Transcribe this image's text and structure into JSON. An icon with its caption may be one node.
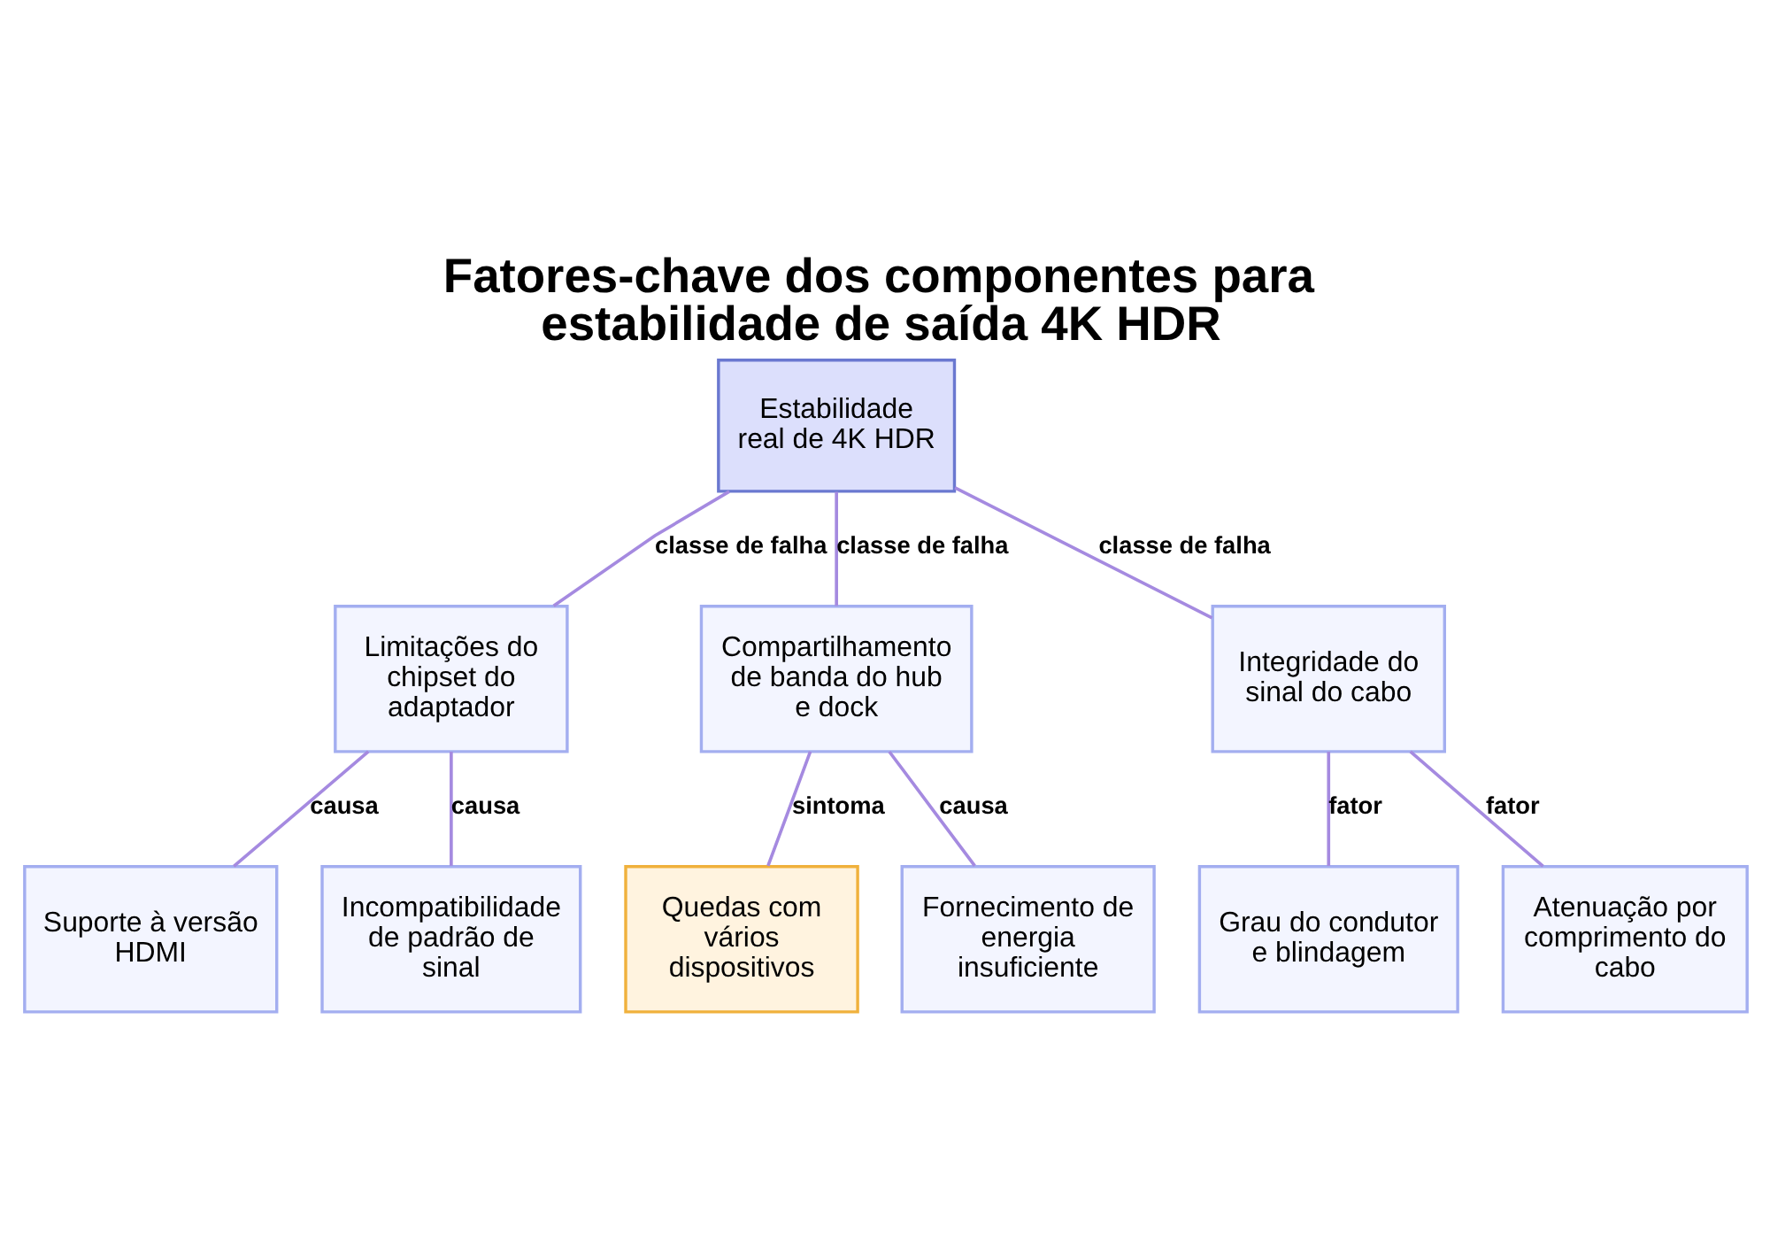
{
  "diagram": {
    "title": "Fatores-chave dos componentes para estabilidade de saída 4K HDR",
    "nodes": [
      {
        "text": [
          "Estabilidade real de 4K HDR"
        ]
      },
      {
        "text": [
          "Limitações do chipset do adaptador"
        ]
      },
      {
        "text": [
          "Compartilhamento de banda do hub e dock"
        ]
      },
      {
        "text": [
          "Integridade do sinal do cabo"
        ]
      },
      {
        "text": [
          "Suporte à versão HDMI"
        ]
      },
      {
        "text": [
          "Incompatibilidade de padrão de sinal"
        ]
      },
      {
        "text": [
          "Quedas com vários dispositivos"
        ]
      },
      {
        "text": [
          "Fornecimento de energia insuficiente"
        ]
      },
      {
        "text": [
          "Grau do condutor e blindagem"
        ]
      },
      {
        "text": [
          "Atenuação por comprimento do cabo"
        ]
      }
    ],
    "edges": [
      {
        "from": 0,
        "to": 1,
        "arrow": "none",
        "label": "classe de falha"
      },
      {
        "from": 0,
        "to": 2,
        "arrow": "none",
        "label": "classe de falha"
      },
      {
        "from": 0,
        "to": 3,
        "arrow": "none",
        "label": "classe de falha"
      },
      {
        "from": 1,
        "to": 4,
        "arrow": "none",
        "label": "causa"
      },
      {
        "from": 1,
        "to": 5,
        "arrow": "none",
        "label": "causa"
      },
      {
        "from": 2,
        "to": 6,
        "arrow": "none",
        "label": "sintoma"
      },
      {
        "from": 2,
        "to": 7,
        "arrow": "none",
        "label": "causa"
      },
      {
        "from": 3,
        "to": 8,
        "arrow": "none",
        "label": "fator"
      },
      {
        "from": 3,
        "to": 9,
        "arrow": "none",
        "label": "fator"
      }
    ]
  }
}
